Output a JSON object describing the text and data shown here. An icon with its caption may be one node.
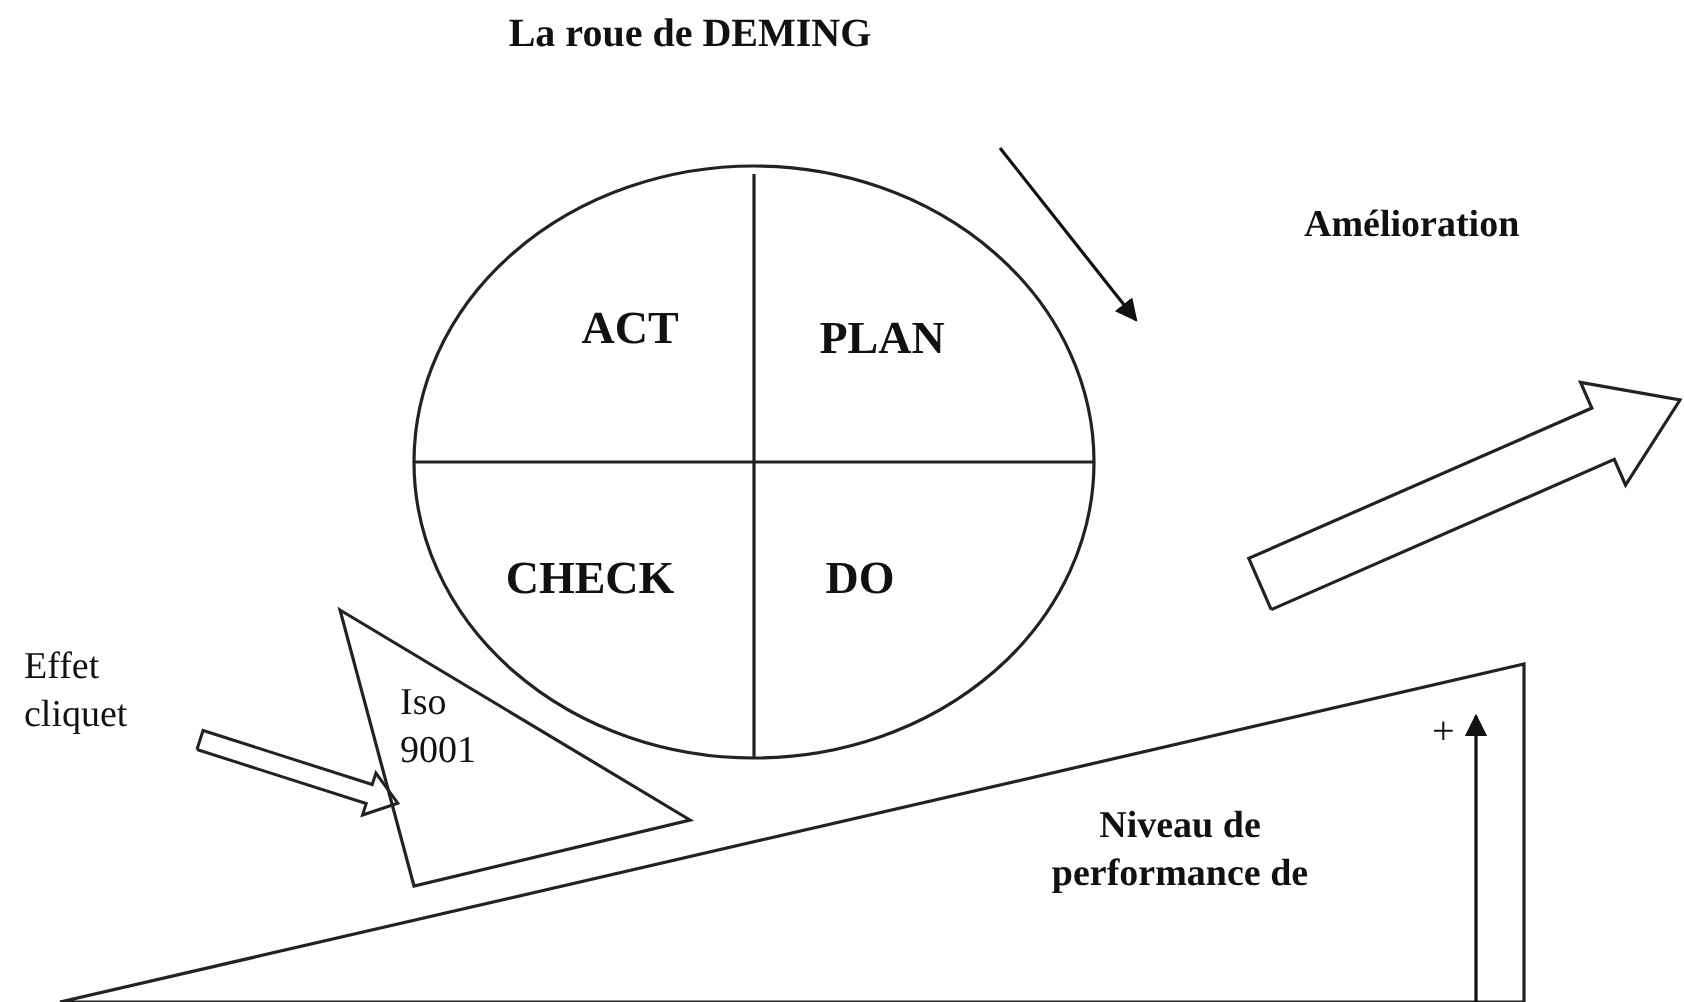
{
  "diagram": {
    "title": "La roue de DEMING",
    "nodes": [
      {
        "text": [],
        "shape": "circle"
      },
      {
        "text": [
          "ACT"
        ],
        "in": 0
      },
      {
        "text": [
          "PLAN"
        ],
        "in": 0
      },
      {
        "text": [
          "CHECK"
        ],
        "in": 0
      },
      {
        "text": [
          "DO"
        ],
        "in": 0
      },
      {
        "text": [
          "Effet cliquet"
        ]
      },
      {
        "text": [
          "Iso 9001"
        ]
      },
      {
        "text": [
          "Niveau de performance de"
        ]
      }
    ],
    "edges": [
      {
        "from": 5,
        "to": 6,
        "arrow": "to"
      }
    ],
    "labels": [
      "Amélioration",
      "+"
    ]
  }
}
